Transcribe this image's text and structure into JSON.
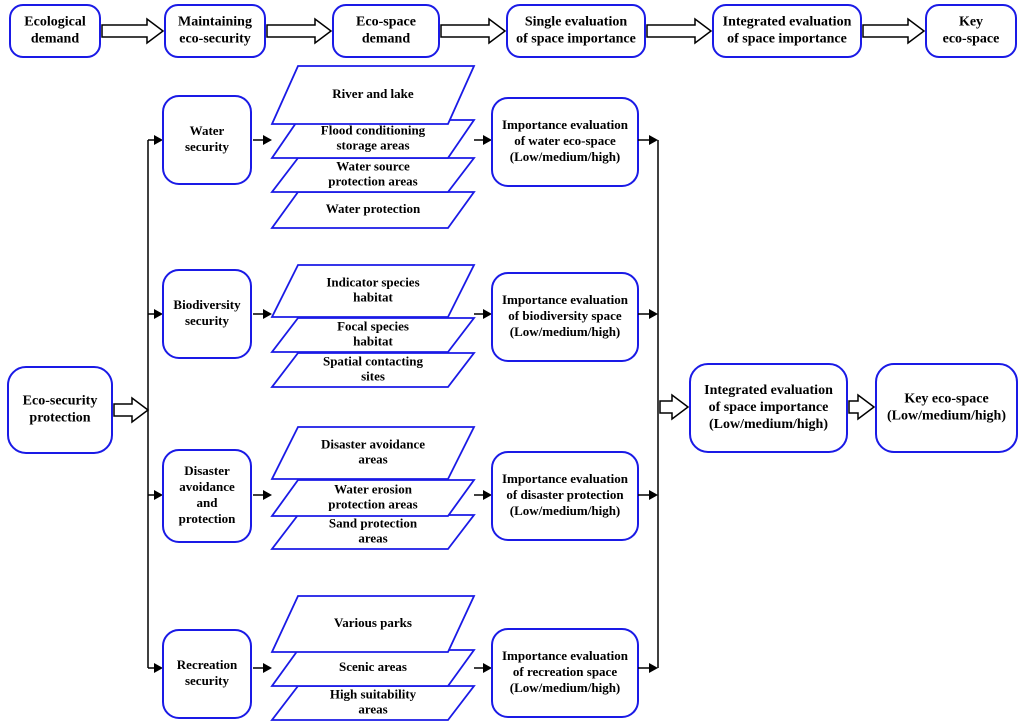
{
  "colors": {
    "box_border": "#1a1ae6",
    "arrow": "#000000",
    "background": "#ffffff"
  },
  "top_flow": [
    {
      "id": "ecological-demand",
      "lines": [
        "Ecological",
        "demand"
      ]
    },
    {
      "id": "maintaining-eco-security",
      "lines": [
        "Maintaining",
        "eco-security"
      ]
    },
    {
      "id": "eco-space-demand",
      "lines": [
        "Eco-space",
        "demand"
      ]
    },
    {
      "id": "single-evaluation",
      "lines": [
        "Single evaluation",
        "of space importance"
      ]
    },
    {
      "id": "integrated-evaluation-top",
      "lines": [
        "Integrated evaluation",
        "of space importance"
      ]
    },
    {
      "id": "key-eco-space-top",
      "lines": [
        "Key",
        "eco-space"
      ]
    }
  ],
  "root": {
    "lines": [
      "Eco-security",
      "protection"
    ]
  },
  "branches": [
    {
      "id": "water",
      "category": [
        "Water",
        "security"
      ],
      "layers": [
        [
          "River and lake"
        ],
        [
          "Flood conditioning",
          "storage areas"
        ],
        [
          "Water source",
          "protection areas"
        ],
        [
          "Water protection"
        ]
      ],
      "evaluation": [
        "Importance evaluation",
        "of water eco-space",
        "(Low/medium/high)"
      ]
    },
    {
      "id": "biodiversity",
      "category": [
        "Biodiversity",
        "security"
      ],
      "layers": [
        [
          "Indicator species",
          "habitat"
        ],
        [
          "Focal species",
          "habitat"
        ],
        [
          "Spatial contacting",
          "sites"
        ]
      ],
      "evaluation": [
        "Importance evaluation",
        "of biodiversity space",
        "(Low/medium/high)"
      ]
    },
    {
      "id": "disaster",
      "category": [
        "Disaster",
        "avoidance",
        "and",
        "protection"
      ],
      "layers": [
        [
          "Disaster avoidance",
          "areas"
        ],
        [
          "Water erosion",
          "protection areas"
        ],
        [
          "Sand  protection",
          "areas"
        ]
      ],
      "evaluation": [
        "Importance evaluation",
        "of disaster protection",
        "(Low/medium/high)"
      ]
    },
    {
      "id": "recreation",
      "category": [
        "Recreation",
        "security"
      ],
      "layers": [
        [
          "Various parks"
        ],
        [
          "Scenic areas"
        ],
        [
          "High suitability",
          "areas"
        ]
      ],
      "evaluation": [
        "Importance evaluation",
        "of recreation space",
        "(Low/medium/high)"
      ]
    }
  ],
  "integrated": {
    "lines": [
      "Integrated evaluation",
      "of  space importance",
      "(Low/medium/high)"
    ]
  },
  "key": {
    "lines": [
      "Key eco-space",
      "(Low/medium/high)"
    ]
  }
}
